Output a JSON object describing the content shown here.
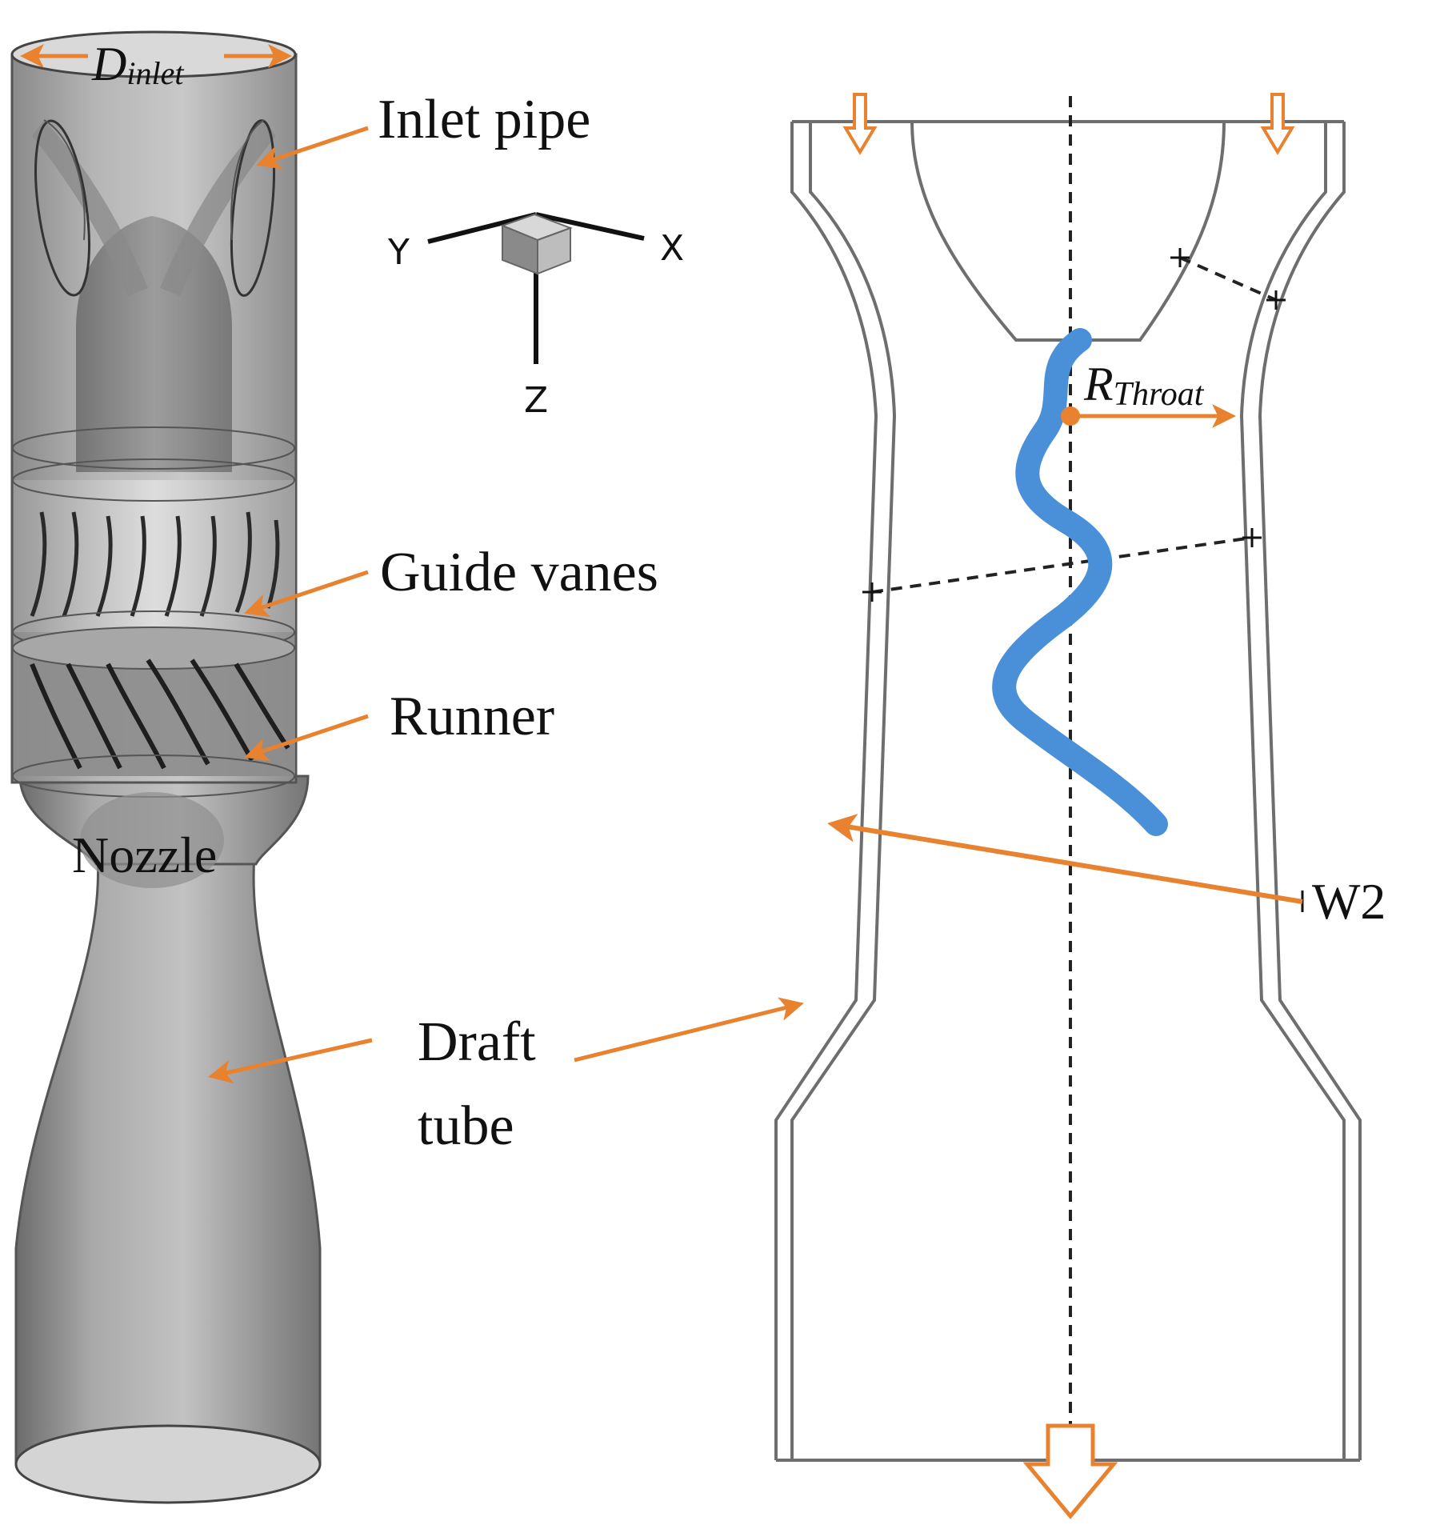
{
  "labels": {
    "d_inlet_main": "D",
    "d_inlet_sub": "inlet",
    "inlet_pipe": "Inlet pipe",
    "guide_vanes": "Guide vanes",
    "runner": "Runner",
    "nozzle": "Nozzle",
    "draft_line1": "Draft",
    "draft_line2": "tube",
    "r_throat_main": "R",
    "r_throat_sub": "Throat",
    "w2": "W2"
  },
  "axes": {
    "x": "X",
    "y": "Y",
    "z": "Z"
  },
  "colors": {
    "accent_orange": "#E8822E",
    "vortex_blue": "#4A90D9",
    "body_gray": "#9a9a9a",
    "outline_gray": "#6e6e6e"
  }
}
